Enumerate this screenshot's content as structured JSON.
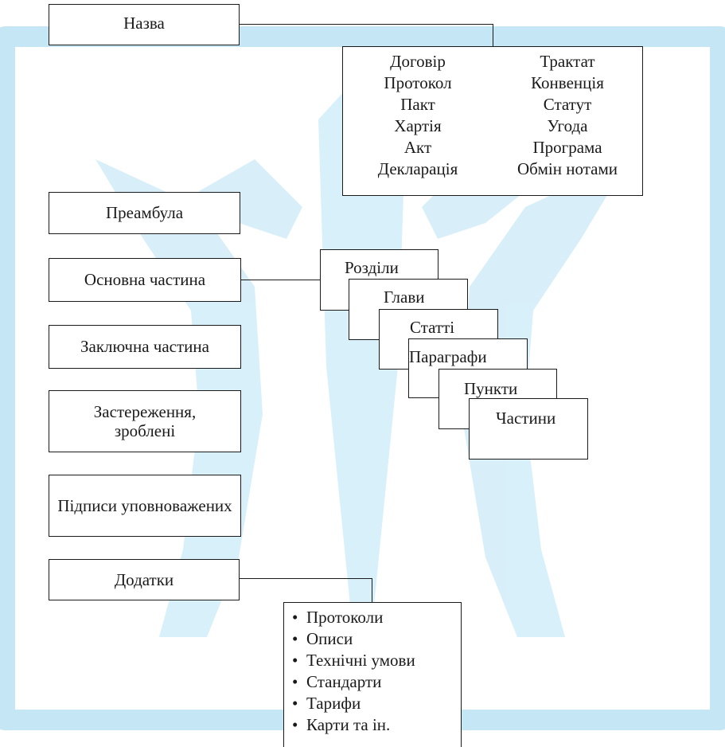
{
  "title_box": "Назва",
  "names": [
    "Договір",
    "Трактат",
    "Протокол",
    "Конвенція",
    "Пакт",
    "Статут",
    "Хартія",
    "Угода",
    "Акт",
    "Програма",
    "Декларація",
    "Обмін нотами"
  ],
  "left_boxes": {
    "preamble": "Преамбула",
    "main_part": "Основна частина",
    "final_part": "Заключна частина",
    "reservations": "Застереження, зроблені",
    "signatures": "Підписи уповноважених",
    "annexes": "Додатки"
  },
  "structure": [
    "Розділи",
    "Глави",
    "Статті",
    "Параграфи",
    "Пункти",
    "Частини"
  ],
  "annex_items": [
    "Протоколи",
    "Описи",
    "Технічні умови",
    "Стандарти",
    "Тарифи",
    "Карти та ін."
  ],
  "bullet": "•",
  "watermark_color": "#bfe3f2"
}
